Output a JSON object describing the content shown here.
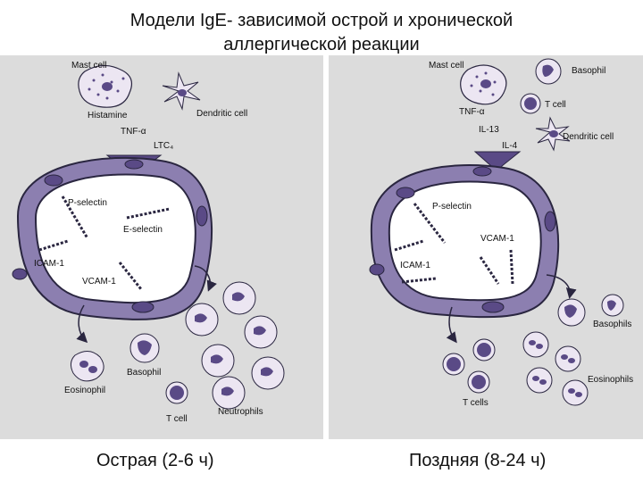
{
  "slide": {
    "title_line1": "Модели IgE- зависимой острой и хронической",
    "title_line2": "аллергической реакции"
  },
  "left": {
    "caption": "Острая (2-6 ч)",
    "labels": {
      "mast_cell": "Mast cell",
      "histamine": "Histamine",
      "dendritic_cell": "Dendritic cell",
      "tnf": "TNF-α",
      "ltc4": "LTC₄",
      "p_selectin": "P-selectin",
      "e_selectin": "E-selectin",
      "icam1": "ICAM-1",
      "vcam1": "VCAM-1",
      "eosinophil": "Eosinophil",
      "basophil": "Basophil",
      "t_cell": "T cell",
      "neutrophils": "Neutrophils"
    }
  },
  "right": {
    "caption": "Поздняя (8-24 ч)",
    "labels": {
      "mast_cell": "Mast cell",
      "basophil": "Basophil",
      "t_cell": "T cell",
      "tnf": "TNF-α",
      "il13": "IL-13",
      "il4": "IL-4",
      "dendritic_cell": "Dendritic cell",
      "p_selectin": "P-selectin",
      "vcam1": "VCAM-1",
      "icam1": "ICAM-1",
      "basophils": "Basophils",
      "eosinophils": "Eosinophils",
      "t_cells": "T cells"
    }
  },
  "colors": {
    "vessel_wall": "#8c7fb0",
    "vessel_outline": "#2a2640",
    "nucleus": "#5a4a86",
    "cell_fill": "#ece6f2",
    "panel_bg": "#dcdcdc"
  }
}
